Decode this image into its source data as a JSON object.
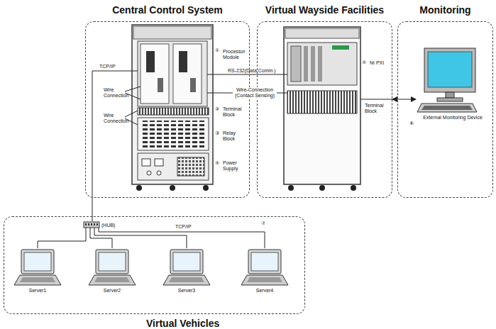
{
  "diagram": {
    "nodes": [
      {
        "text": [
          "Central Control System"
        ]
      },
      {
        "text": [
          "Virtual Wayside Facilities"
        ]
      },
      {
        "text": [
          "Monitoring"
        ]
      },
      {
        "text": [
          "Virtual Vehicles"
        ]
      },
      {
        "text": [
          "External Monitoring Device"
        ],
        "in": 2
      },
      {
        "text": [
          "(HUB)"
        ],
        "in": 3
      },
      {
        "text": [
          "Server1"
        ],
        "in": 3
      },
      {
        "text": [
          "Server2"
        ],
        "in": 3
      },
      {
        "text": [
          "Server3"
        ],
        "in": 3
      },
      {
        "text": [
          "Server4"
        ],
        "in": 3
      }
    ],
    "edges": [
      {
        "from": 0,
        "to": 5,
        "label": "TCP/IP",
        "arrow": "none"
      },
      {
        "from": 1,
        "to": 4,
        "arrow": "both"
      },
      {
        "from": 5,
        "to": 6,
        "arrow": "none"
      },
      {
        "from": 5,
        "to": 7,
        "arrow": "none"
      },
      {
        "from": 5,
        "to": 8,
        "arrow": "none"
      },
      {
        "from": 5,
        "to": 9,
        "label": "TCP/IP",
        "arrow": "none"
      }
    ],
    "labels": [
      "①",
      "Processor Module",
      "RS-232(Data Comm.)",
      "Wire-Connection (Contact Sensing)",
      "Wire Connection",
      "Wire Connection",
      "②",
      "Terminal Block",
      "③",
      "Relay Block",
      "④",
      "Power Supply",
      "⑤",
      "NI PXI",
      "Terminal Block",
      "⑥",
      "⑦"
    ]
  }
}
